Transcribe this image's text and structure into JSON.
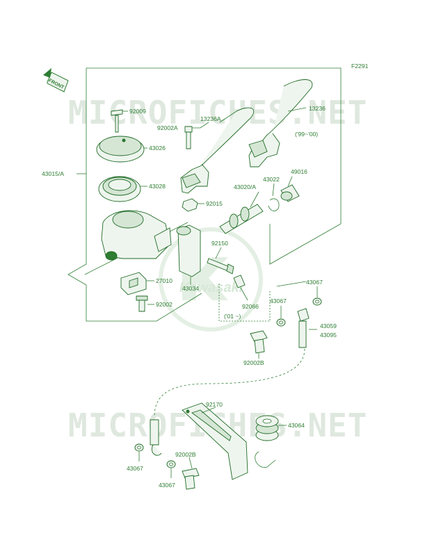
{
  "figure_code": "F2291",
  "front_tag": "FRONT",
  "watermark": "MICROFICHES.NET",
  "logo_text": "Kawasaki",
  "colors": {
    "line": "#2e7d32",
    "watermark": "#dfe8df",
    "background": "#ffffff"
  },
  "labels": {
    "p92009": "92009",
    "p92002A": "92002A",
    "p13236A": "13236A",
    "p13236": "13236",
    "p99_00": "('99~'00)",
    "p43026": "43026",
    "p43015A": "43015/A",
    "p43028": "43028",
    "p92015": "92015",
    "p43020A": "43020/A",
    "p43022": "43022",
    "p49016": "49016",
    "p92150": "92150",
    "p27010": "27010",
    "p43034": "43034",
    "p92002": "92002",
    "p92066": "92066",
    "p01": "('01 ~)",
    "p43067a": "43067",
    "p43067b": "43067",
    "p43059": "43059",
    "p43095": "43095",
    "p92002B": "92002B",
    "p92170": "92170",
    "p43064": "43064",
    "p43067c": "43067",
    "p92002B2": "92002B",
    "p43067d": "43067"
  }
}
